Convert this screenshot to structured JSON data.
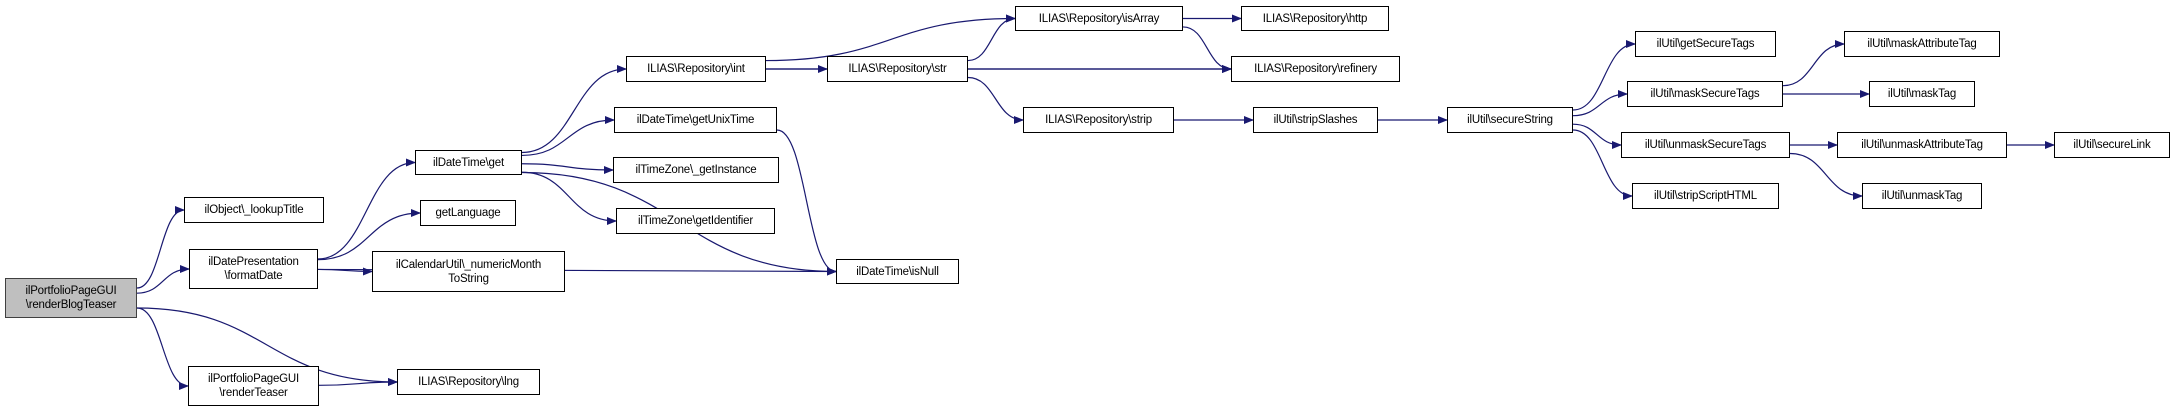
{
  "diagram": {
    "type": "call-graph",
    "edge_color": "#191970",
    "root_fill": "#bfbfbf",
    "nodes": [
      {
        "id": "renderBlogTeaser",
        "lines": [
          "ilPortfolioPageGUI",
          "\\renderBlogTeaser"
        ]
      },
      {
        "id": "lookupTitle",
        "lines": [
          "ilObject\\_lookupTitle"
        ]
      },
      {
        "id": "formatDate",
        "lines": [
          "ilDatePresentation",
          "\\formatDate"
        ]
      },
      {
        "id": "renderTeaser",
        "lines": [
          "ilPortfolioPageGUI",
          "\\renderTeaser"
        ]
      },
      {
        "id": "lng",
        "lines": [
          "ILIAS\\Repository\\lng"
        ]
      },
      {
        "id": "get",
        "lines": [
          "ilDateTime\\get"
        ]
      },
      {
        "id": "getLanguage",
        "lines": [
          "getLanguage"
        ]
      },
      {
        "id": "numericMonth",
        "lines": [
          "ilCalendarUtil\\_numericMonth",
          "ToString"
        ]
      },
      {
        "id": "int",
        "lines": [
          "ILIAS\\Repository\\int"
        ]
      },
      {
        "id": "getUnixTime",
        "lines": [
          "ilDateTime\\getUnixTime"
        ]
      },
      {
        "id": "getInstance",
        "lines": [
          "ilTimeZone\\_getInstance"
        ]
      },
      {
        "id": "getIdentifier",
        "lines": [
          "ilTimeZone\\getIdentifier"
        ]
      },
      {
        "id": "isNull",
        "lines": [
          "ilDateTime\\isNull"
        ]
      },
      {
        "id": "isArray",
        "lines": [
          "ILIAS\\Repository\\isArray"
        ]
      },
      {
        "id": "http",
        "lines": [
          "ILIAS\\Repository\\http"
        ]
      },
      {
        "id": "str",
        "lines": [
          "ILIAS\\Repository\\str"
        ]
      },
      {
        "id": "refinery",
        "lines": [
          "ILIAS\\Repository\\refinery"
        ]
      },
      {
        "id": "strip",
        "lines": [
          "ILIAS\\Repository\\strip"
        ]
      },
      {
        "id": "stripSlashes",
        "lines": [
          "ilUtil\\stripSlashes"
        ]
      },
      {
        "id": "secureString",
        "lines": [
          "ilUtil\\secureString"
        ]
      },
      {
        "id": "getSecureTags",
        "lines": [
          "ilUtil\\getSecureTags"
        ]
      },
      {
        "id": "maskSecureTags",
        "lines": [
          "ilUtil\\maskSecureTags"
        ]
      },
      {
        "id": "unmaskSecureTags",
        "lines": [
          "ilUtil\\unmaskSecureTags"
        ]
      },
      {
        "id": "stripScriptHTML",
        "lines": [
          "ilUtil\\stripScriptHTML"
        ]
      },
      {
        "id": "maskAttributeTag",
        "lines": [
          "ilUtil\\maskAttributeTag"
        ]
      },
      {
        "id": "maskTag",
        "lines": [
          "ilUtil\\maskTag"
        ]
      },
      {
        "id": "unmaskAttributeTag",
        "lines": [
          "ilUtil\\unmaskAttributeTag"
        ]
      },
      {
        "id": "secureLink",
        "lines": [
          "ilUtil\\secureLink"
        ]
      },
      {
        "id": "unmaskTag",
        "lines": [
          "ilUtil\\unmaskTag"
        ]
      }
    ],
    "edges": [
      [
        "renderBlogTeaser",
        "lookupTitle"
      ],
      [
        "renderBlogTeaser",
        "formatDate"
      ],
      [
        "renderBlogTeaser",
        "renderTeaser"
      ],
      [
        "renderBlogTeaser",
        "lng"
      ],
      [
        "formatDate",
        "get"
      ],
      [
        "formatDate",
        "getLanguage"
      ],
      [
        "formatDate",
        "numericMonth"
      ],
      [
        "formatDate",
        "isNull"
      ],
      [
        "renderTeaser",
        "lng"
      ],
      [
        "get",
        "int"
      ],
      [
        "get",
        "getUnixTime"
      ],
      [
        "get",
        "getInstance"
      ],
      [
        "get",
        "getIdentifier"
      ],
      [
        "get",
        "isNull"
      ],
      [
        "getUnixTime",
        "isNull"
      ],
      [
        "int",
        "isArray"
      ],
      [
        "int",
        "str"
      ],
      [
        "int",
        "refinery"
      ],
      [
        "str",
        "isArray"
      ],
      [
        "str",
        "refinery"
      ],
      [
        "str",
        "strip"
      ],
      [
        "isArray",
        "http"
      ],
      [
        "isArray",
        "refinery"
      ],
      [
        "strip",
        "stripSlashes"
      ],
      [
        "stripSlashes",
        "secureString"
      ],
      [
        "secureString",
        "getSecureTags"
      ],
      [
        "secureString",
        "maskSecureTags"
      ],
      [
        "secureString",
        "unmaskSecureTags"
      ],
      [
        "secureString",
        "stripScriptHTML"
      ],
      [
        "maskSecureTags",
        "maskAttributeTag"
      ],
      [
        "maskSecureTags",
        "maskTag"
      ],
      [
        "unmaskSecureTags",
        "unmaskAttributeTag"
      ],
      [
        "unmaskSecureTags",
        "unmaskTag"
      ],
      [
        "unmaskAttributeTag",
        "secureLink"
      ]
    ]
  }
}
